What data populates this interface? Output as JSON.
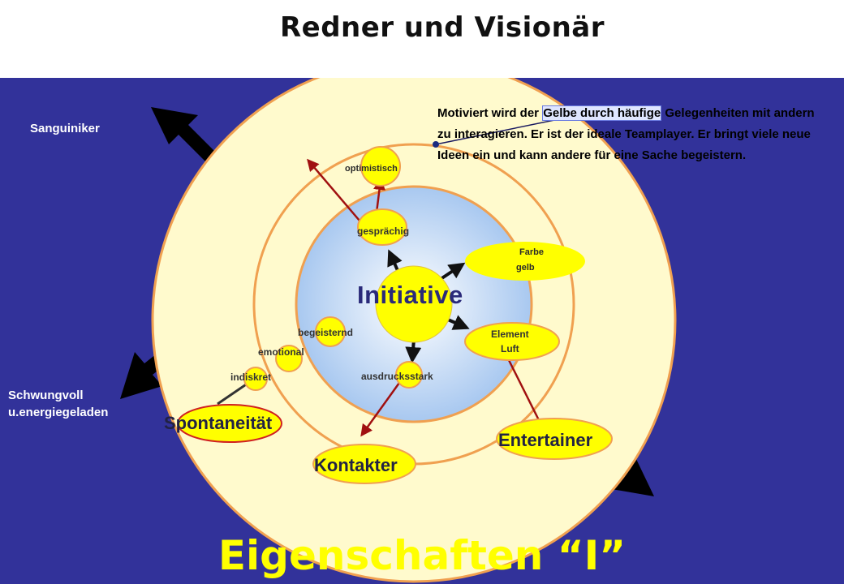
{
  "title": "Redner und Visionär",
  "footer": "Eigenschaften “I”",
  "side_labels": {
    "sanguiniker": "Sanguiniker",
    "schwungvoll_line1": "Schwungvoll",
    "schwungvoll_line2": "u.energiegeladen"
  },
  "description": {
    "before": "Motiviert wird der ",
    "highlight": "Gelbe durch häufige",
    "after": " Gelegenheiten mit andern zu interagieren. Er ist der ideale Teamplayer. Er bringt viele neue Ideen ein und kann andere für eine Sache begeistern."
  },
  "center": "Initiative",
  "nodes": {
    "optimistisch": "optimistisch",
    "gespraechig": "gesprächig",
    "farbe_line1": "Farbe",
    "farbe_line2": "gelb",
    "element_line1": "Element",
    "element_line2": "Luft",
    "begeisternd": "begeisternd",
    "emotional": "emotional",
    "indiskret": "indiskret",
    "ausdrucksstark": "ausdrucksstark",
    "spontaneitaet": "Spontaneität",
    "entertainer": "Entertainer",
    "kontakter": "Kontakter"
  },
  "colors": {
    "background": "#32329a",
    "outer_ring": "#fffacd",
    "ring_stroke": "#f0a050",
    "inner_gradient_center": "#ffffff",
    "inner_gradient_edge": "#a8c8f0",
    "node_yellow": "#ffff00",
    "arrow_red": "#a01010",
    "footer_text": "#ffff00"
  }
}
